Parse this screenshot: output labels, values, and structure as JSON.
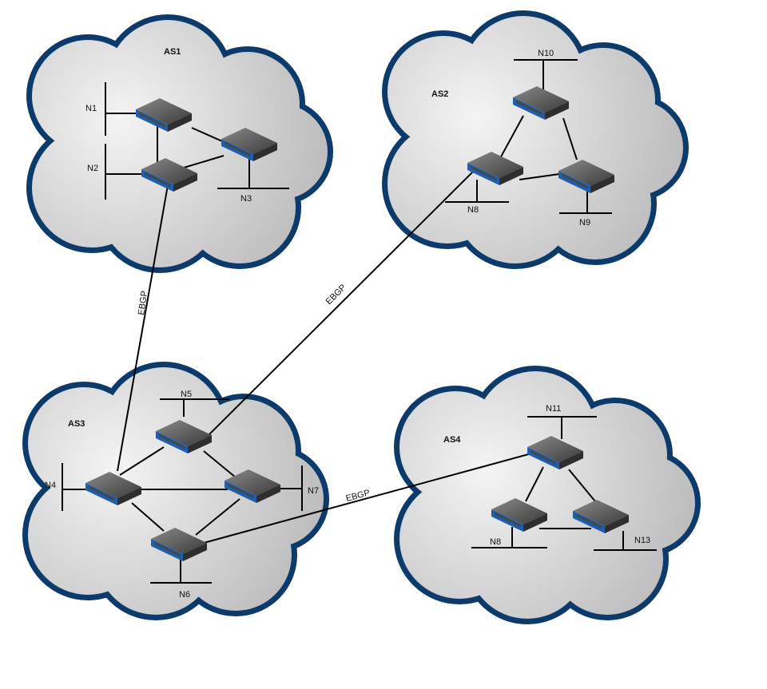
{
  "clouds": {
    "as1": {
      "label": "AS1",
      "networks": [
        "N1",
        "N2",
        "N3"
      ]
    },
    "as2": {
      "label": "AS2",
      "networks": [
        "N10",
        "N8",
        "N9"
      ]
    },
    "as3": {
      "label": "AS3",
      "networks": [
        "N5",
        "N4",
        "N7",
        "N6"
      ]
    },
    "as4": {
      "label": "AS4",
      "networks": [
        "N11",
        "N8",
        "N13"
      ]
    }
  },
  "links": {
    "as1_as3": "EBGP",
    "as2_as3": "EBGP",
    "as3_as4": "EBGP"
  },
  "colors": {
    "cloud_border": "#0b3a6b",
    "router_front": "#1d5fb0"
  }
}
